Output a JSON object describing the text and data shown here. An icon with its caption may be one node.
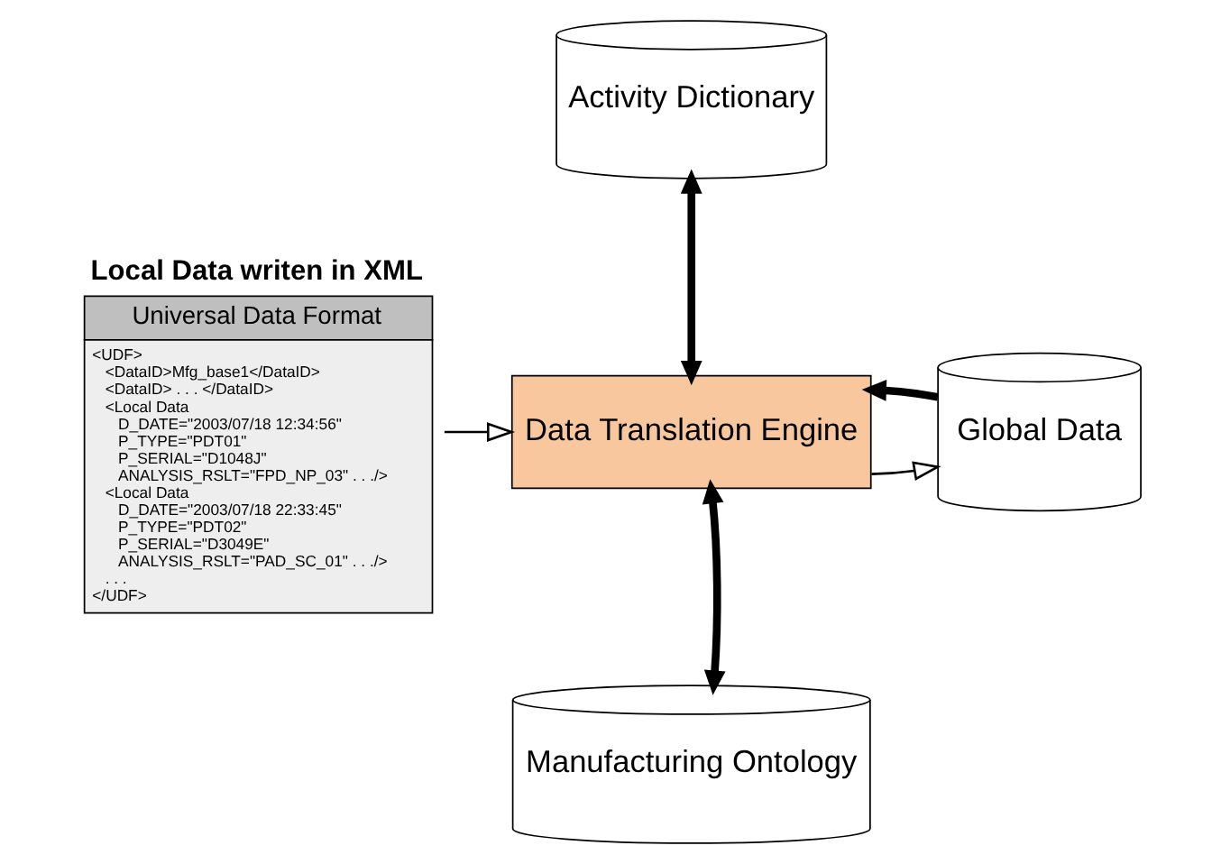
{
  "diagram": {
    "nodes": [
      {
        "text": [
          "Universal Data Format",
          "<UDF>",
          "<DataID>Mfg_base1</DataID>",
          "<DataID> . . . </DataID>",
          "<Local Data",
          "D_DATE=\"2003/07/18 12:34:56\"",
          "P_TYPE=\"PDT01\"",
          "P_SERIAL=\"D1048J\"",
          "ANALYSIS_RSLT=\"FPD_NP_03\" . . ./>",
          "<Local Data",
          "D_DATE=\"2003/07/18 22:33:45\"",
          "P_TYPE=\"PDT02\"",
          "P_SERIAL=\"D3049E\"",
          "ANALYSIS_RSLT=\"PAD_SC_01\" . . ./>",
          ". . .",
          "</UDF>"
        ],
        "beside": [
          "Local Data writen in XML"
        ]
      },
      {
        "text": [
          "Activity Dictionary"
        ]
      },
      {
        "text": [
          "Data Translation Engine"
        ]
      },
      {
        "text": [
          "Global Data"
        ]
      },
      {
        "text": [
          "Manufacturing Ontology"
        ]
      }
    ],
    "edges": [
      {
        "from": 0,
        "to": 2,
        "arrow": "to"
      },
      {
        "from": 1,
        "to": 2,
        "arrow": "both"
      },
      {
        "from": 2,
        "to": 3,
        "arrow": "to"
      },
      {
        "from": 3,
        "to": 2,
        "arrow": "to"
      },
      {
        "from": 4,
        "to": 2,
        "arrow": "both"
      }
    ]
  }
}
